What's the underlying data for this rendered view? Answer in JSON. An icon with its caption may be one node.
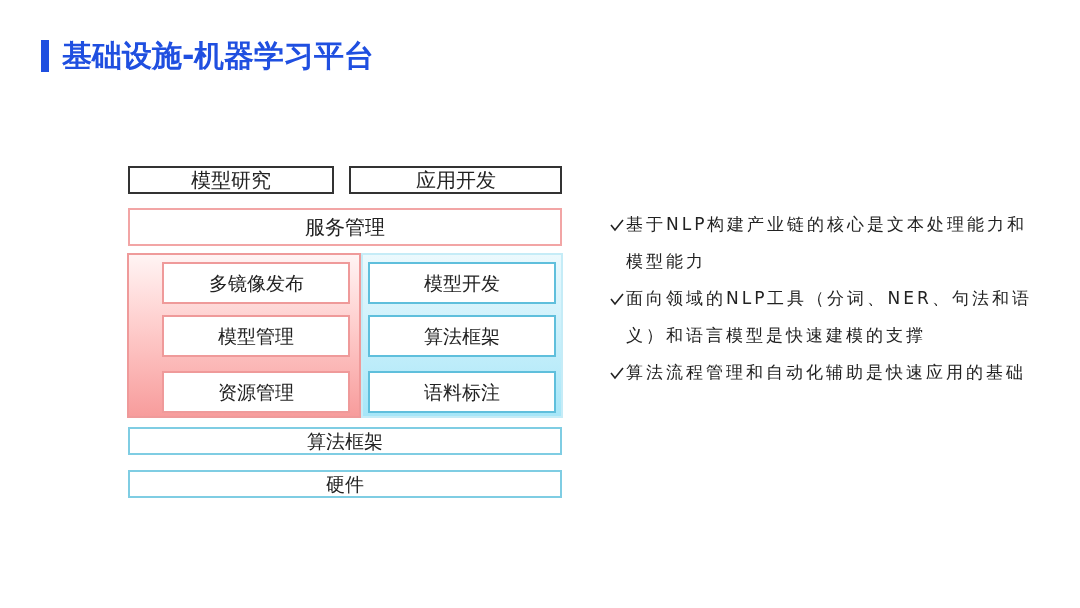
{
  "diagram": {
    "title": "基础设施-机器学习平台",
    "nodes": [
      {
        "text": [
          "模型研究"
        ]
      },
      {
        "text": [
          "应用开发"
        ]
      },
      {
        "text": [
          "服务管理"
        ]
      },
      {
        "text": [],
        "shape": "box"
      },
      {
        "text": [
          "多镜像发布"
        ],
        "in": 3
      },
      {
        "text": [
          "模型管理"
        ],
        "in": 3
      },
      {
        "text": [
          "资源管理"
        ],
        "in": 3
      },
      {
        "text": [],
        "shape": "box"
      },
      {
        "text": [
          "模型开发"
        ],
        "in": 7
      },
      {
        "text": [
          "算法框架"
        ],
        "in": 7
      },
      {
        "text": [
          "语料标注"
        ],
        "in": 7
      },
      {
        "text": [
          "算法框架"
        ]
      },
      {
        "text": [
          "硬件"
        ]
      }
    ],
    "edges": [],
    "labels": [
      "基于NLP构建产业链的核心是文本处理能力和模型能力",
      "面向领域的NLP工具（分词、NER、句法和语义）和语言模型是快速建模的支撑",
      "算法流程管理和自动化辅助是快速应用的基础"
    ]
  }
}
